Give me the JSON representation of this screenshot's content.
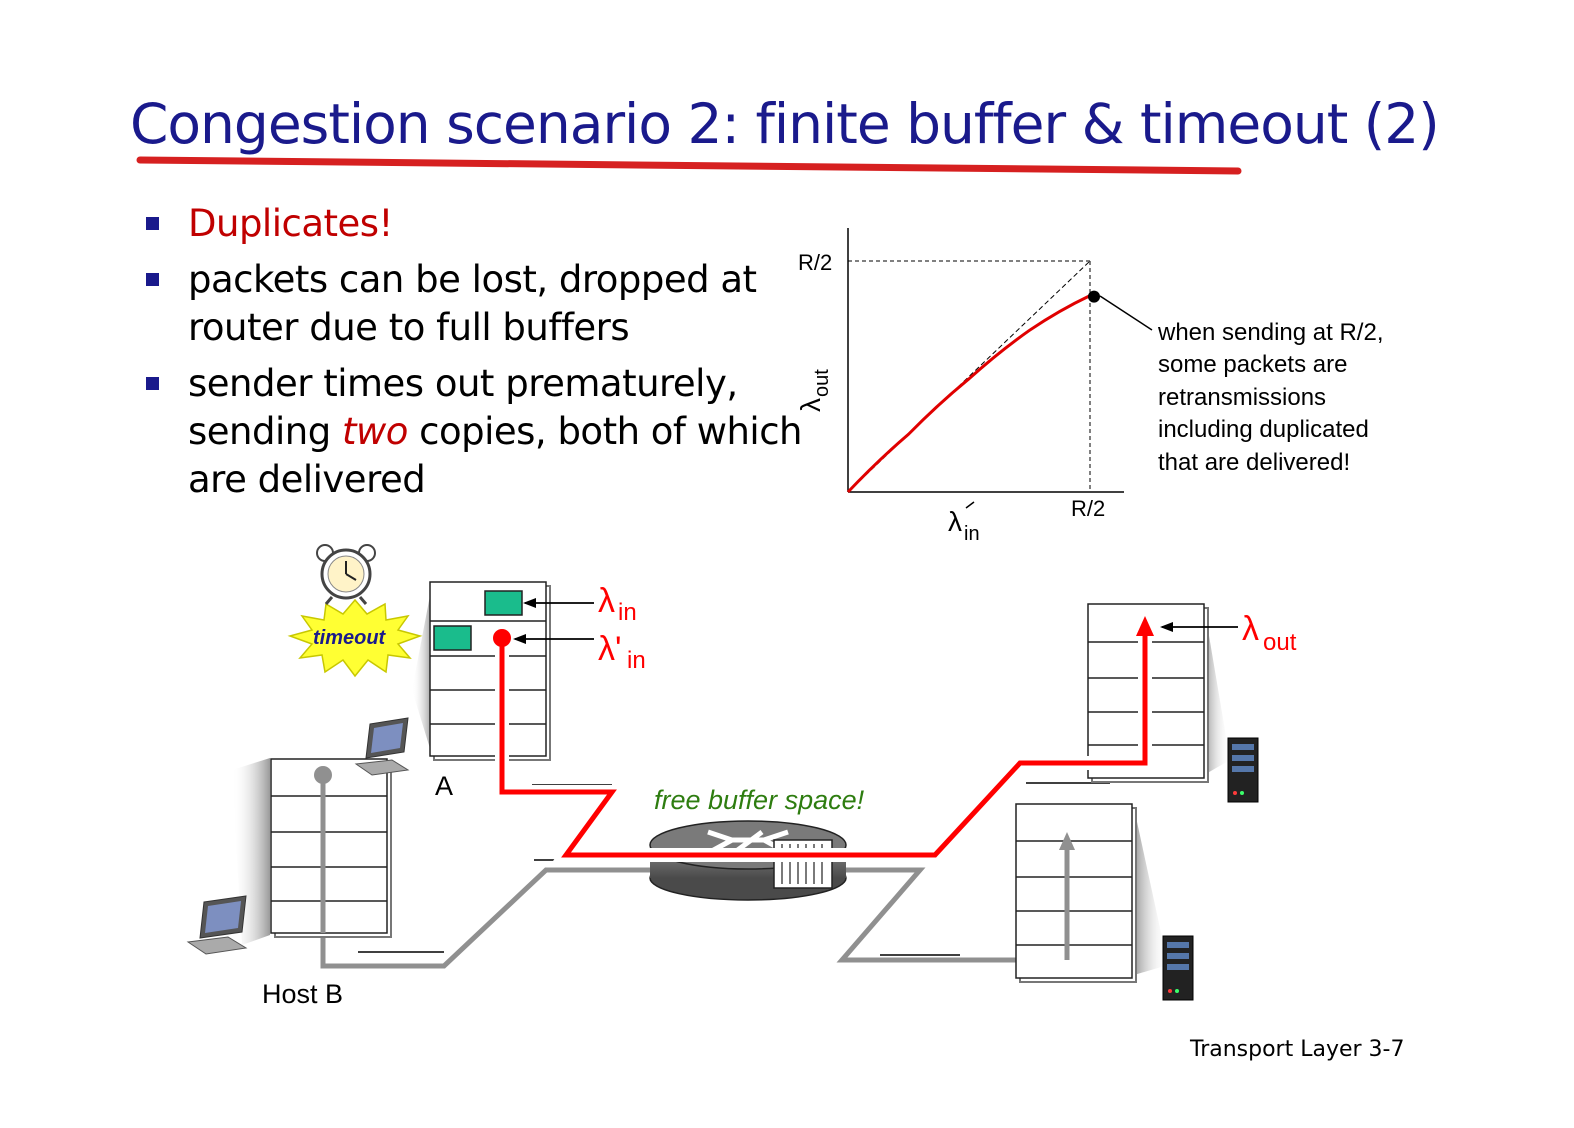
{
  "title": "Congestion scenario 2: finite buffer & timeout (2)",
  "bullets": [
    {
      "text": "Duplicates!"
    },
    {
      "text": "packets can be lost, dropped at router due  to full buffers"
    },
    {
      "pre": "sender times out prematurely, sending ",
      "emph": "two",
      "post": " copies, both of which are delivered"
    }
  ],
  "chart": {
    "y_tick": "R/2",
    "x_tick": "R/2",
    "y_label_main": "λ",
    "y_label_sub": "out",
    "x_label_main": "λ",
    "x_label_sub": "in",
    "annotation": [
      "when sending at R/2,",
      "some packets are",
      "retransmissions",
      "including duplicated",
      "that are delivered!"
    ]
  },
  "chart_data": {
    "type": "line",
    "xlim_label": "R/2",
    "ylim_label": "R/2",
    "series": [
      {
        "x": [
          0,
          0.25,
          0.5,
          0.75,
          1.0
        ],
        "y": [
          0,
          0.25,
          0.49,
          0.7,
          0.85
        ]
      },
      {
        "x": [
          0,
          1.0
        ],
        "y": [
          0,
          1.0
        ]
      }
    ]
  },
  "diagram": {
    "timeout_label": "timeout",
    "lambda_in_main": "λ",
    "lambda_in_sub": "in",
    "lambda_in_prime_main": "λ'",
    "lambda_in_prime_sub": "in",
    "lambda_out_main": "λ",
    "lambda_out_sub": "out",
    "host_a_label": "A",
    "host_b_label": "Host B",
    "free_buffer_label": "free buffer space!"
  },
  "colors": {
    "title": "#1a1a8c",
    "accent": "#c00000",
    "path": "#ff0000",
    "packet": "#1abc8c",
    "free_buffer": "#2e7d10"
  },
  "footer": "Transport Layer 3-7"
}
